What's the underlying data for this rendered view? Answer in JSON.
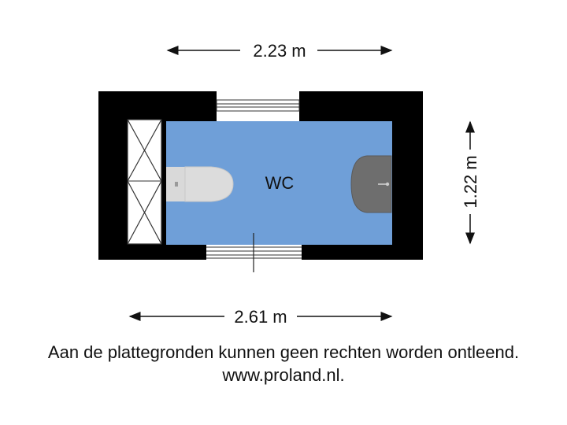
{
  "plan": {
    "room_label": "WC",
    "dimensions": {
      "top_width": "2.23 m",
      "bottom_width": "2.61 m",
      "right_depth": "1.22 m"
    },
    "fixtures": [
      "toilet-icon",
      "sink-icon",
      "shower-icon"
    ]
  },
  "footer": {
    "disclaimer": "Aan de plattegronden kunnen geen rechten worden ontleend.",
    "website": "www.proland.nl."
  },
  "colors": {
    "wall": "#000000",
    "floor": "#6f9fd8",
    "fixture": "#d6d6d6",
    "sink": "#6e6e6e",
    "text": "#111111"
  }
}
